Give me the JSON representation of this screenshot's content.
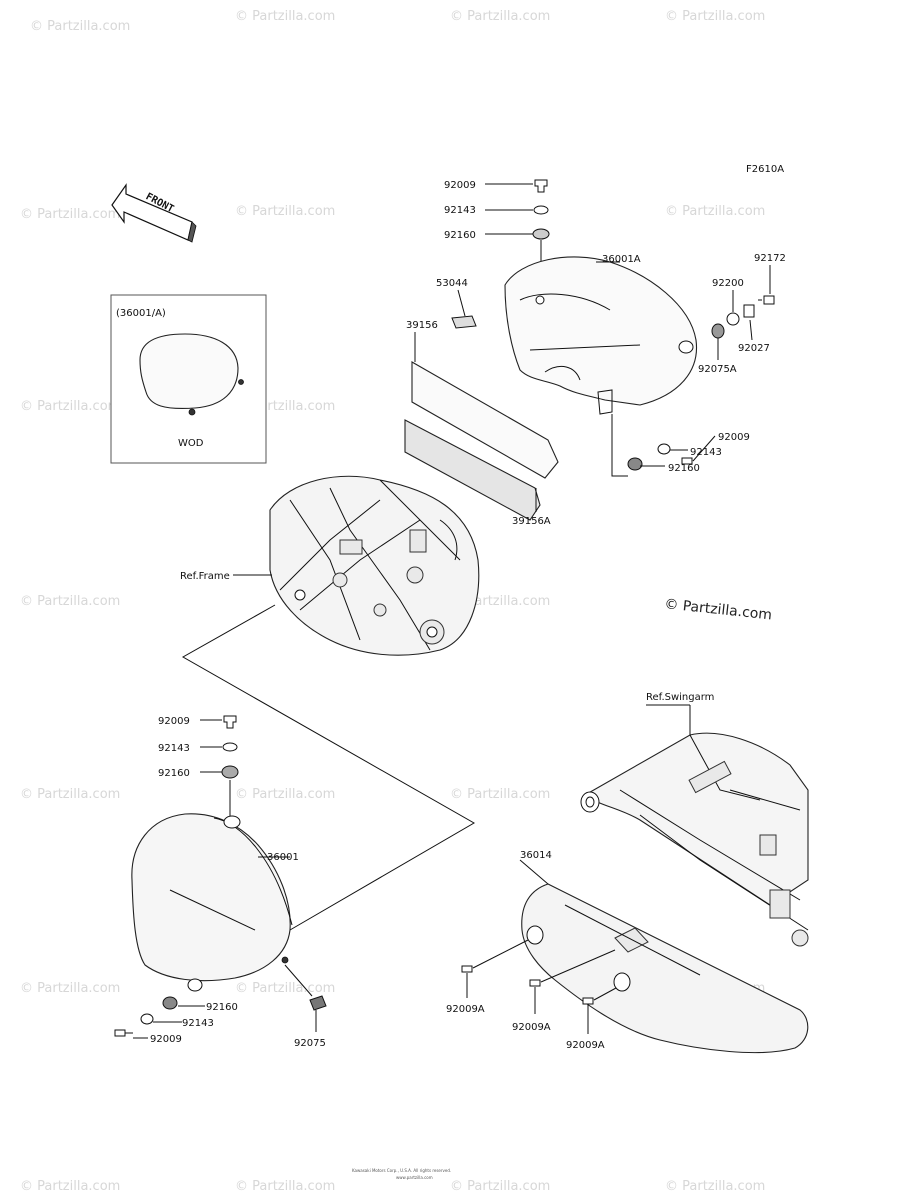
{
  "figure_code": "F2610A",
  "front_label": "FRONT",
  "inset": {
    "caption": "(36001/A)",
    "sub": "WOD"
  },
  "refs": {
    "frame": "Ref.Frame",
    "swingarm": "Ref.Swingarm"
  },
  "copyright": "© Partzilla.com",
  "watermark": "© Partzilla.com",
  "footer_line1": "Kawasaki Motors Corp., U.S.A. All rights reserved.",
  "footer_line2": "www.partzilla.com",
  "parts": {
    "p92009_top": "92009",
    "p92143_top": "92143",
    "p92160_top": "92160",
    "p53044": "53044",
    "p36001A": "36001A",
    "p92172": "92172",
    "p92200": "92200",
    "p92027": "92027",
    "p92075A": "92075A",
    "p39156": "39156",
    "p39156A": "39156A",
    "p92009_r": "92009",
    "p92143_r": "92143",
    "p92160_r": "92160",
    "p92009_l": "92009",
    "p92143_l": "92143",
    "p92160_l": "92160",
    "p36001": "36001",
    "p92160_b": "92160",
    "p92143_b": "92143",
    "p92009_b": "92009",
    "p92075": "92075",
    "p36014": "36014",
    "p92009A_1": "92009A",
    "p92009A_2": "92009A",
    "p92009A_3": "92009A"
  }
}
